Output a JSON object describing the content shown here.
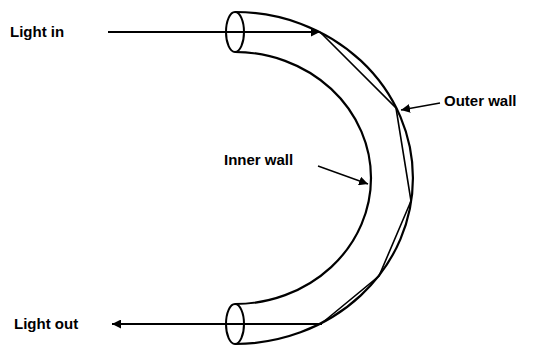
{
  "diagram": {
    "labels": [
      "Light in",
      "Outer wall",
      "Inner wall",
      "Light out"
    ]
  }
}
